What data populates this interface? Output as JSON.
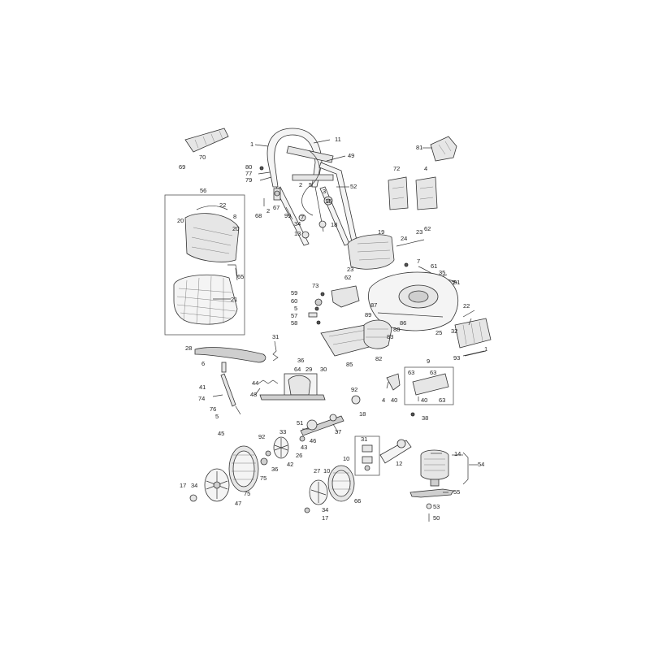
{
  "labels": [
    "70",
    "69",
    "1",
    "11",
    "81",
    "49",
    "80",
    "77",
    "79",
    "2",
    "5",
    "3",
    "52",
    "72",
    "4",
    "56",
    "22",
    "8",
    "20",
    "20",
    "67",
    "68",
    "2",
    "15",
    "99",
    "7",
    "34",
    "18",
    "13",
    "19",
    "24",
    "23",
    "62",
    "7",
    "61",
    "35",
    "21",
    "65",
    "81",
    "73",
    "59",
    "60",
    "5",
    "57",
    "58",
    "23",
    "62",
    "87",
    "89",
    "88",
    "86",
    "83",
    "25",
    "22",
    "32",
    "93",
    "1",
    "31",
    "28",
    "36",
    "64",
    "29",
    "30",
    "6",
    "41",
    "74",
    "76",
    "5",
    "44",
    "48",
    "85",
    "82",
    "9",
    "63",
    "63",
    "4",
    "40",
    "40",
    "63",
    "38",
    "92",
    "18",
    "51",
    "37",
    "33",
    "43",
    "46",
    "26",
    "92",
    "42",
    "36",
    "45",
    "75",
    "75",
    "47",
    "17",
    "34",
    "31",
    "12",
    "14",
    "54",
    "10",
    "27",
    "10",
    "66",
    "34",
    "17",
    "55",
    "53",
    "50"
  ]
}
